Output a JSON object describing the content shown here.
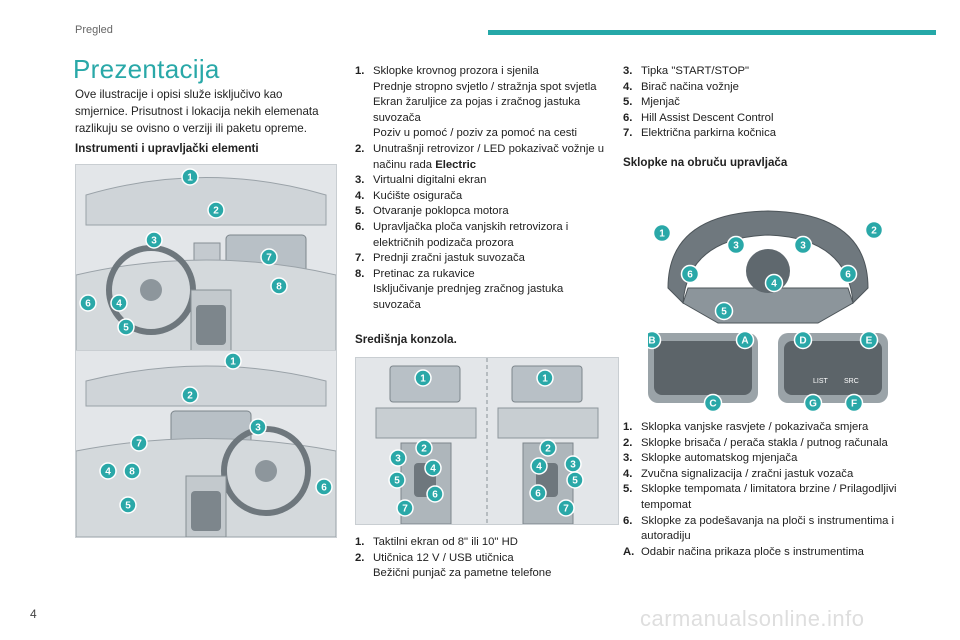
{
  "header": {
    "section": "Pregled",
    "title": "Prezentacija"
  },
  "intro": "Ove ilustracije i opisi služe isključivo kao smjernice. Prisutnost i lokacija nekih elemenata razlikuju se ovisno o verziji ili paketu opreme.",
  "col1": {
    "subheading": "Instrumenti i upravljački elementi",
    "callouts_top": [
      "1",
      "2",
      "3",
      "7",
      "8",
      "6",
      "4",
      "5"
    ],
    "callouts_bottom": [
      "1",
      "2",
      "3",
      "7",
      "4",
      "8",
      "5",
      "6"
    ]
  },
  "col2": {
    "items": [
      {
        "n": "1.",
        "lines": [
          "Sklopke krovnog prozora i sjenila",
          "Prednje stropno svjetlo / stražnja spot svjetla",
          "Ekran žaruljice za pojas i zračnog jastuka suvozača",
          "Poziv u pomoć / poziv za pomoć na cesti"
        ]
      },
      {
        "n": "2.",
        "lines": [
          "Unutrašnji retrovizor / LED pokazivač vožnje u načinu rada"
        ],
        "bold": "Electric"
      },
      {
        "n": "3.",
        "lines": [
          "Virtualni digitalni ekran"
        ]
      },
      {
        "n": "4.",
        "lines": [
          "Kućište osigurača"
        ]
      },
      {
        "n": "5.",
        "lines": [
          "Otvaranje poklopca motora"
        ]
      },
      {
        "n": "6.",
        "lines": [
          "Upravljačka ploča vanjskih retrovizora i električnih podizača prozora"
        ]
      },
      {
        "n": "7.",
        "lines": [
          "Prednji zračni jastuk suvozača"
        ]
      },
      {
        "n": "8.",
        "lines": [
          "Pretinac za rukavice",
          "Isključivanje prednjeg zračnog jastuka suvozača"
        ]
      }
    ],
    "console_heading": "Središnja konzola.",
    "console_callouts_left": [
      "1",
      "2",
      "3",
      "4",
      "5",
      "6",
      "7"
    ],
    "console_callouts_right": [
      "1",
      "2",
      "3",
      "4",
      "5",
      "6",
      "7"
    ],
    "console_items": [
      {
        "n": "1.",
        "lines": [
          "Taktilni ekran od 8\" ili 10\" HD"
        ]
      },
      {
        "n": "2.",
        "lines": [
          "Utičnica 12 V / USB utičnica",
          "Bežični punjač za pametne telefone"
        ]
      }
    ]
  },
  "col3": {
    "items_top": [
      {
        "n": "3.",
        "text": "Tipka \"START/STOP\""
      },
      {
        "n": "4.",
        "text": "Birač načina vožnje"
      },
      {
        "n": "5.",
        "text": "Mjenjač"
      },
      {
        "n": "6.",
        "text": "Hill Assist Descent Control"
      },
      {
        "n": "7.",
        "text": "Električna parkirna kočnica"
      }
    ],
    "wheel_heading": "Sklopke na obruču upravljača",
    "wheel_callouts": [
      "1",
      "3",
      "3",
      "2",
      "6",
      "6",
      "4",
      "5",
      "B",
      "A",
      "D",
      "E",
      "C",
      "G",
      "F"
    ],
    "wheel_button_labels": [
      "LIST",
      "SRC"
    ],
    "items_bottom": [
      {
        "n": "1.",
        "text": "Sklopka vanjske rasvjete / pokazivača smjera"
      },
      {
        "n": "2.",
        "text": "Sklopke brisača / perača stakla / putnog računala"
      },
      {
        "n": "3.",
        "text": "Sklopke automatskog mjenjača"
      },
      {
        "n": "4.",
        "text": "Zvučna signalizacija / zračni jastuk vozača"
      },
      {
        "n": "5.",
        "text": "Sklopke tempomata / limitatora brzine / Prilagodljivi tempomat"
      },
      {
        "n": "6.",
        "text": "Sklopke za podešavanja na ploči s instrumentima i autoradiju"
      },
      {
        "n": "A.",
        "text": "Odabir načina prikaza ploče s instrumentima"
      }
    ]
  },
  "footer": {
    "page_number": "4",
    "watermark": "carmanualsonline.info"
  },
  "colors": {
    "accent": "#2aa8a8",
    "text": "#222222"
  }
}
